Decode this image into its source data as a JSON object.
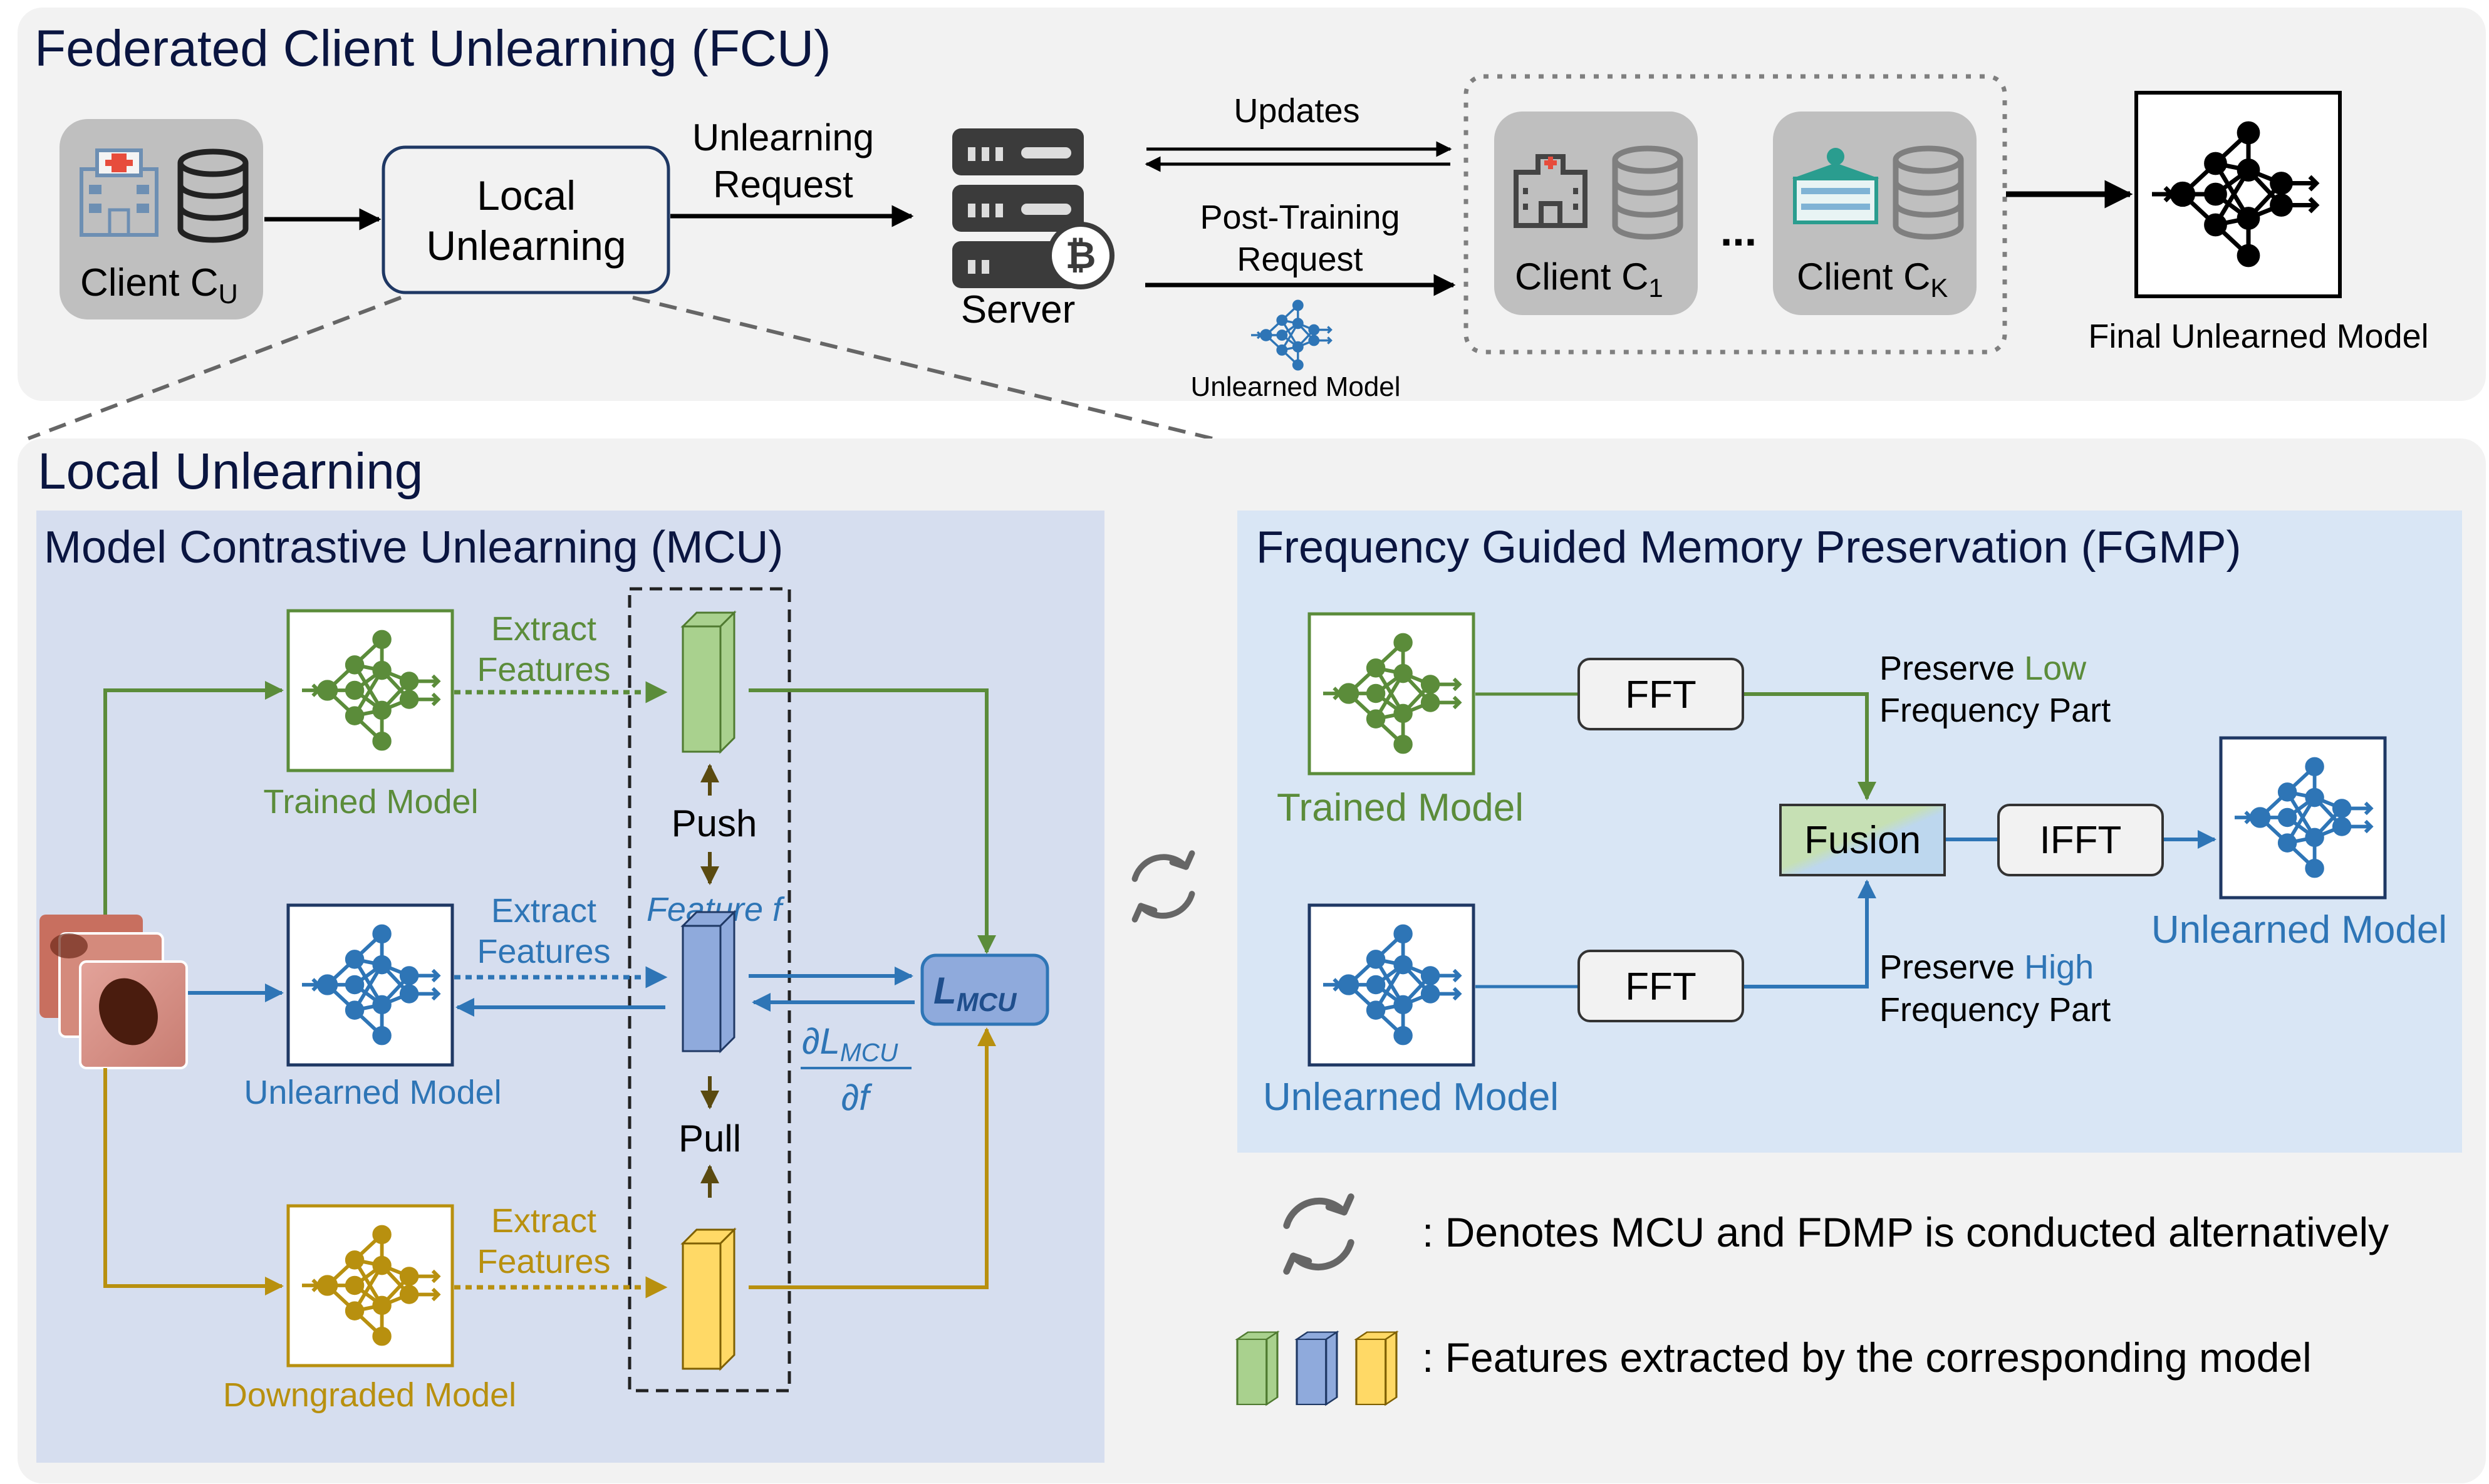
{
  "fcu": {
    "title": "Federated Client Unlearning (FCU)",
    "client_u": "Client C",
    "client_u_sub": "U",
    "local_unlearning_box": [
      "Local",
      "Unlearning"
    ],
    "unlearning_request": [
      "Unlearning",
      "Request"
    ],
    "server": "Server",
    "updates": "Updates",
    "post_training_request": [
      "Post-Training",
      "Request"
    ],
    "unlearned_model_small": "Unlearned Model",
    "client_1": "Client C",
    "client_1_sub": "1",
    "ellipsis": "...",
    "client_k": "Client C",
    "client_k_sub": "K",
    "final_model": "Final Unlearned Model"
  },
  "local": {
    "title": "Local Unlearning",
    "mcu": {
      "title": "Model Contrastive Unlearning (MCU)",
      "extract_features": [
        "Extract",
        "Features"
      ],
      "trained_model": "Trained Model",
      "unlearned_model": "Unlearned Model",
      "downgraded_model": "Downgraded Model",
      "push": "Push",
      "pull": "Pull",
      "feature_f": "Feature f",
      "loss": "L",
      "loss_sub": "MCU",
      "grad_num": "∂L",
      "grad_num_sub": "MCU",
      "grad_den": "∂f"
    },
    "fgmp": {
      "title": "Frequency Guided Memory Preservation (FGMP)",
      "trained_model": "Trained Model",
      "unlearned_model_in": "Unlearned Model",
      "fft": "FFT",
      "ifft": "IFFT",
      "fusion": "Fusion",
      "preserve_low": [
        "Preserve ",
        "Low",
        "Frequency Part"
      ],
      "preserve_high": [
        "Preserve ",
        "High",
        "Frequency Part"
      ],
      "unlearned_model_out": "Unlearned Model"
    },
    "legend": {
      "cycle": ": Denotes MCU and FDMP is conducted alternatively",
      "features": ": Features extracted by the corresponding model"
    }
  },
  "colors": {
    "green": "#5b8c3a",
    "blue": "#2e75b6",
    "gold": "#b8900f",
    "panel": "#dae3f3",
    "grey_panel": "#f2f2f2"
  }
}
